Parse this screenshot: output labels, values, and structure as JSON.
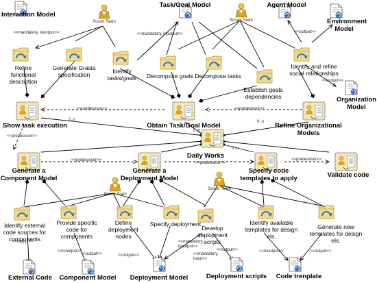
{
  "labels": {
    "interaction_model": "Interaction Model",
    "task_goal_model": "Task/Goal Model",
    "agent_model": "Agent Model",
    "environment_model": "Environment Model",
    "organization_model": "Organization Model",
    "scrum_team": "Scrum Team",
    "refine_functional_description": "Refine functional description",
    "generate_grasia_specification": "Generate Grasia specification",
    "identify_tasks_goals": "Identify tasks/goals",
    "decompose_goals": "Decompose goals",
    "decompose_tasks": "Decompose tasks",
    "establish_goals_dependencies": "Establish goals dependencies",
    "identify_refine_social": "Identify and refine social relationships",
    "show_task_execution": "Show task execution",
    "obtain_task_goal_model": "Obtain Task/Goal Model",
    "refine_organizational_models": "Refine Organizational Models",
    "daily_works": "Daily Works",
    "generate_component_model": "Generate a Component Model",
    "generate_deployment_model": "Generate a Deployment Model",
    "specify_code_templates": "Specify code templates to apply",
    "validate_code": "Validate code",
    "identify_external_code": "Identify external code sources for components",
    "provide_specific_code": "Provide specific code for components",
    "define_deployment_nodes": "Define deployment nodes",
    "specify_deployment": "Specify deployment",
    "develop_deployment_scripts": "Develop deployment scripts",
    "identify_available_templates": "Identify available templates for design els.",
    "generate_new_templates": "Generate new templates for design els.",
    "external_code": "External Code",
    "component_model": "Component Model",
    "deployment_model": "Deployment Model",
    "deployment_scripts": "Deployment scripts",
    "code_template": "Code trenplate",
    "stereo_mand_inout": "<<mandatory, inoutput>>",
    "stereo_mand_input": "<<mandatory, input>>",
    "stereo_output": "<<output>>",
    "stereo_predecesor": "<<predecesor>>",
    "stereo_inoutput": "<<inoutput>>",
    "multiplicity": "0..n"
  },
  "colors": {
    "line": "#000000",
    "folder_fill": "#f4d98a",
    "folder_edge": "#b8902a",
    "cycle_blue": "#2f78c4",
    "doc_blue": "#2a6bb8",
    "person_head": "#e8c23a",
    "person_body": "#d9a520",
    "phase_bg": "#f3e7b8",
    "phase_edge": "#8a7a52"
  },
  "icons": [
    "workproduct-document-icon",
    "role-person-icon",
    "task-folder-cycle-icon",
    "phase-workflow-icon"
  ]
}
